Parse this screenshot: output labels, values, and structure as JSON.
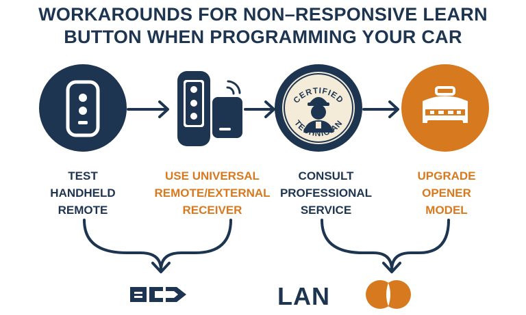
{
  "title": {
    "line1": "WORKAROUNDS FOR NON–RESPONSIVE LEARN",
    "line2": "BUTTON WHEN PROGRAMMING YOUR CAR"
  },
  "steps": [
    {
      "lines": [
        "TEST",
        "HANDHELD",
        "REMOTE"
      ],
      "icon": "handheld-remote-icon",
      "color": "#1d3550"
    },
    {
      "lines": [
        "USE UNIVERSAL",
        "REMOTE/EXTERNAL",
        "RECEIVER"
      ],
      "icon": "universal-remote-receiver-icon",
      "color": "#d77a1f"
    },
    {
      "lines": [
        "CONSULT",
        "PROFESSIONAL",
        "SERVICE"
      ],
      "icon": "certified-technician-badge-icon",
      "color": "#1d3550"
    },
    {
      "lines": [
        "UPGRADE",
        "OPENER",
        "MODEL"
      ],
      "icon": "garage-door-opener-icon",
      "color": "#d77a1f"
    }
  ],
  "badge": {
    "text": "CERTIFIED TECHNICIAN"
  },
  "logos": {
    "right_text": "LAN"
  },
  "colors": {
    "navy": "#1d3550",
    "orange": "#d77a1f",
    "cream": "#f4ecd9"
  }
}
